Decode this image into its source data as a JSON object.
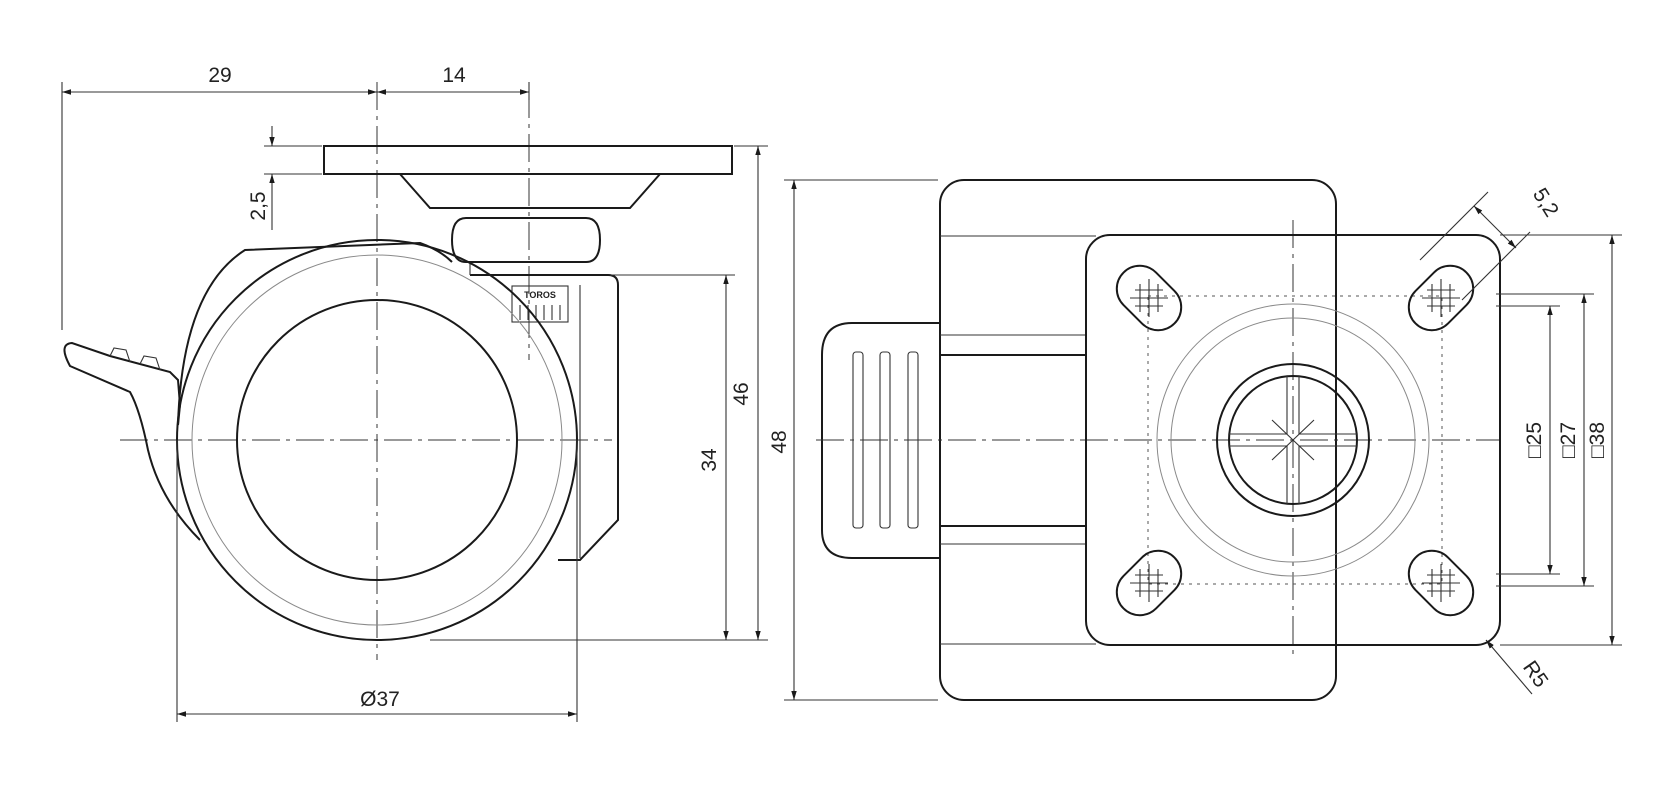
{
  "drawing": {
    "side_view": {
      "dim_left_offset": "29",
      "dim_right_offset": "14",
      "dim_plate_thickness": "2,5",
      "dim_axle_height": "34",
      "dim_total_height": "46",
      "dim_wheel_diameter": "Ø37",
      "logo_text": "TOROS"
    },
    "top_view": {
      "dim_total_depth": "48",
      "dim_hole_size": "5,2",
      "dim_bolt_pattern_1": "□25",
      "dim_bolt_pattern_2": "□27",
      "dim_plate_size": "□38",
      "dim_corner_radius": "R5"
    }
  }
}
